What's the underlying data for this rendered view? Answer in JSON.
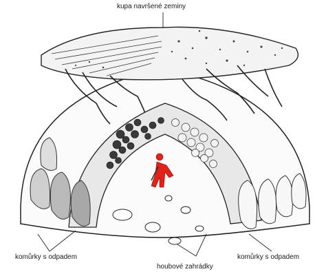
{
  "labels": {
    "top": "kupa navršené zeminy",
    "bottom_left": "komůrky s odpadem",
    "bottom_center": "houbové zahrádky",
    "bottom_right": "komůrky s odpadem"
  },
  "colors": {
    "line": "#222222",
    "shadow": "#9a9a9a",
    "wall": "#e8e8e8",
    "figure": "#e0231a"
  }
}
